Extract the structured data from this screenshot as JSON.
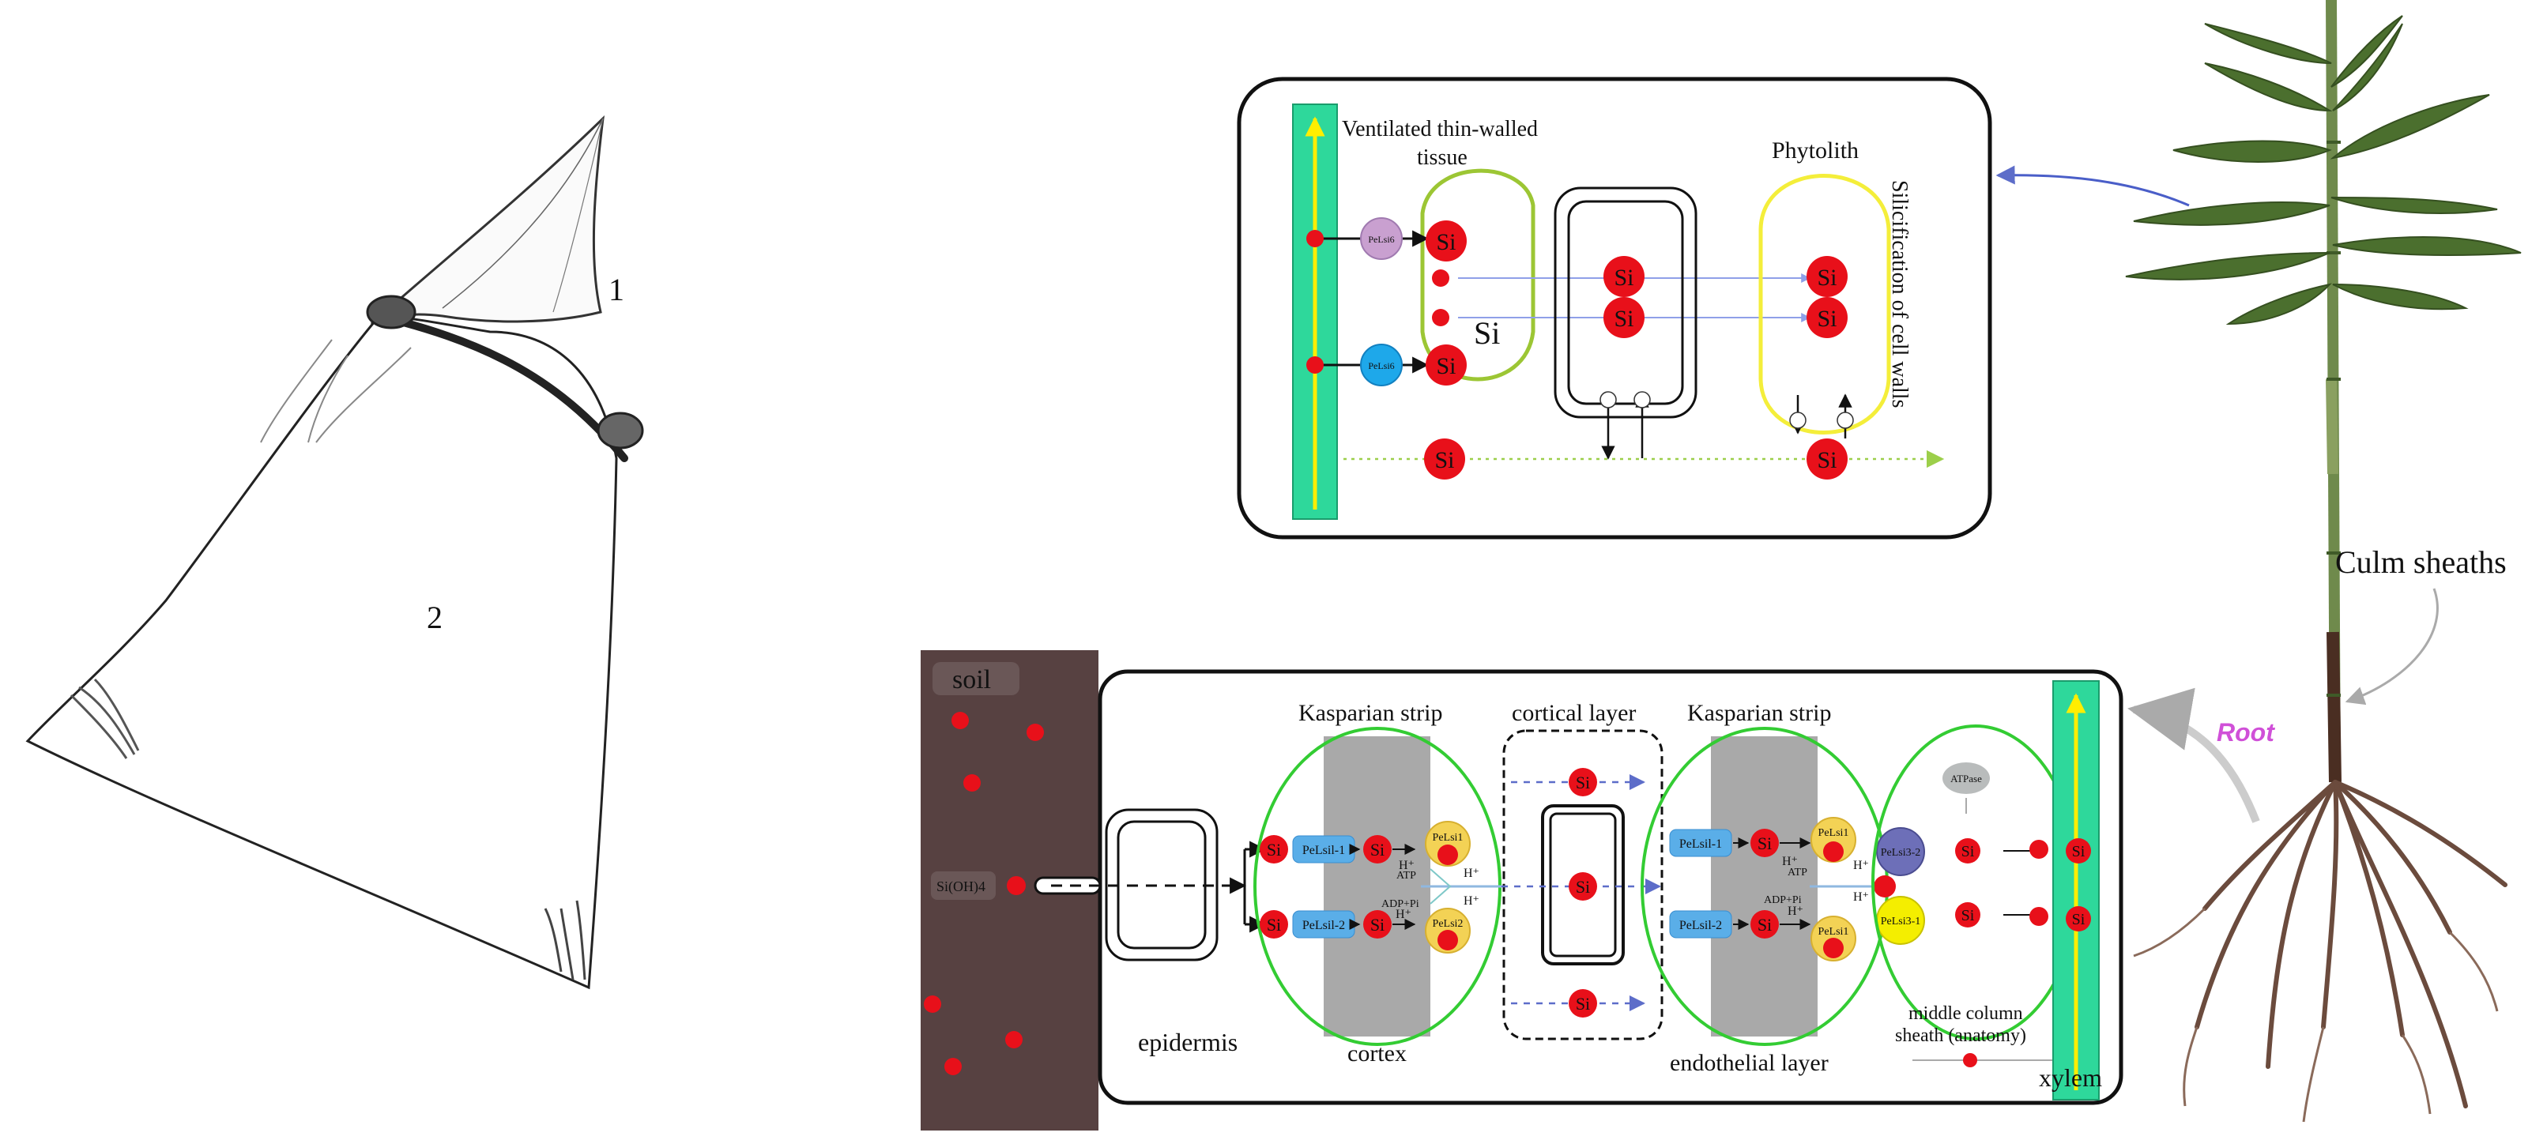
{
  "sheath_drawing": {
    "label_1": "1",
    "label_2": "2"
  },
  "upper_panel": {
    "tissue_label_line1": "Ventilated thin-walled",
    "tissue_label_line2": "tissue",
    "phytolith_label": "Phytolith",
    "walls_label": "Silicification of cell walls",
    "transporter_top": "PeLsi6",
    "transporter_bottom": "PeLsi6",
    "si_label": "Si",
    "si_plain": "Si"
  },
  "lower_panel": {
    "soil_label": "soil",
    "silicic_acid_label": "Si(OH)4",
    "epidermis_label": "epidermis",
    "kasparian_left": "Kasparian strip",
    "cortical_layer": "cortical layer",
    "kasparian_right": "Kasparian strip",
    "cortex_label": "cortex",
    "endothelial_label": "endothelial layer",
    "middle_column_line1": "middle column",
    "middle_column_line2": "sheath (anatomy)",
    "xylem_label": "xylem",
    "pelsi1_1": "PeLsil-1",
    "pelsi1_2": "PeLsil-2",
    "pelsi1_3": "PeLsil-1",
    "pelsi1_4": "PeLsil-2",
    "pelsi_a": "PeLsi1",
    "pelsi_b": "PeLsi2",
    "pelsi_c": "PeLsi1",
    "pelsi_d": "PeLsi1",
    "pelsi3_2": "PeLsi3-2",
    "pelsi3_1": "PeLsi3-1",
    "atpase": "ATPase",
    "atp": "ATP",
    "adp": "ADP+Pi",
    "hplus": "H⁺",
    "si_label": "Si"
  },
  "plant": {
    "culm_label": "Culm sheaths",
    "root_label": "Root"
  },
  "colors": {
    "soil": "#574141",
    "xylem": "#2ed89b",
    "xylem_arrow": "#ffee00",
    "si_dot": "#e8101a",
    "cell_green": "#33cc33",
    "phytolith_yellow": "#f4ee3a",
    "kasparian_gray": "#a9a9a9",
    "transporter_blue": "#5aaee8",
    "transporter_yellow": "#f3d255",
    "culm_label": "#ff2b6a",
    "root_label": "#d050d8",
    "leaf": "#4b6f2e"
  }
}
